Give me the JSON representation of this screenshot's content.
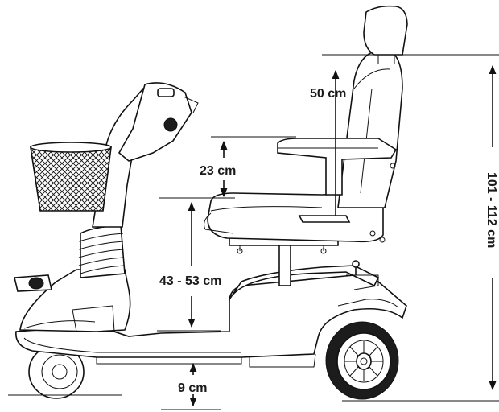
{
  "dimensions": {
    "backrest_height": "50 cm",
    "armrest_height": "23 cm",
    "seat_height": "43 - 53 cm",
    "ground_clearance": "9 cm",
    "total_height": "101 - 112 cm"
  },
  "icons": [
    "scooter-icon",
    "basket-icon",
    "seat-icon",
    "wheel-icon"
  ]
}
